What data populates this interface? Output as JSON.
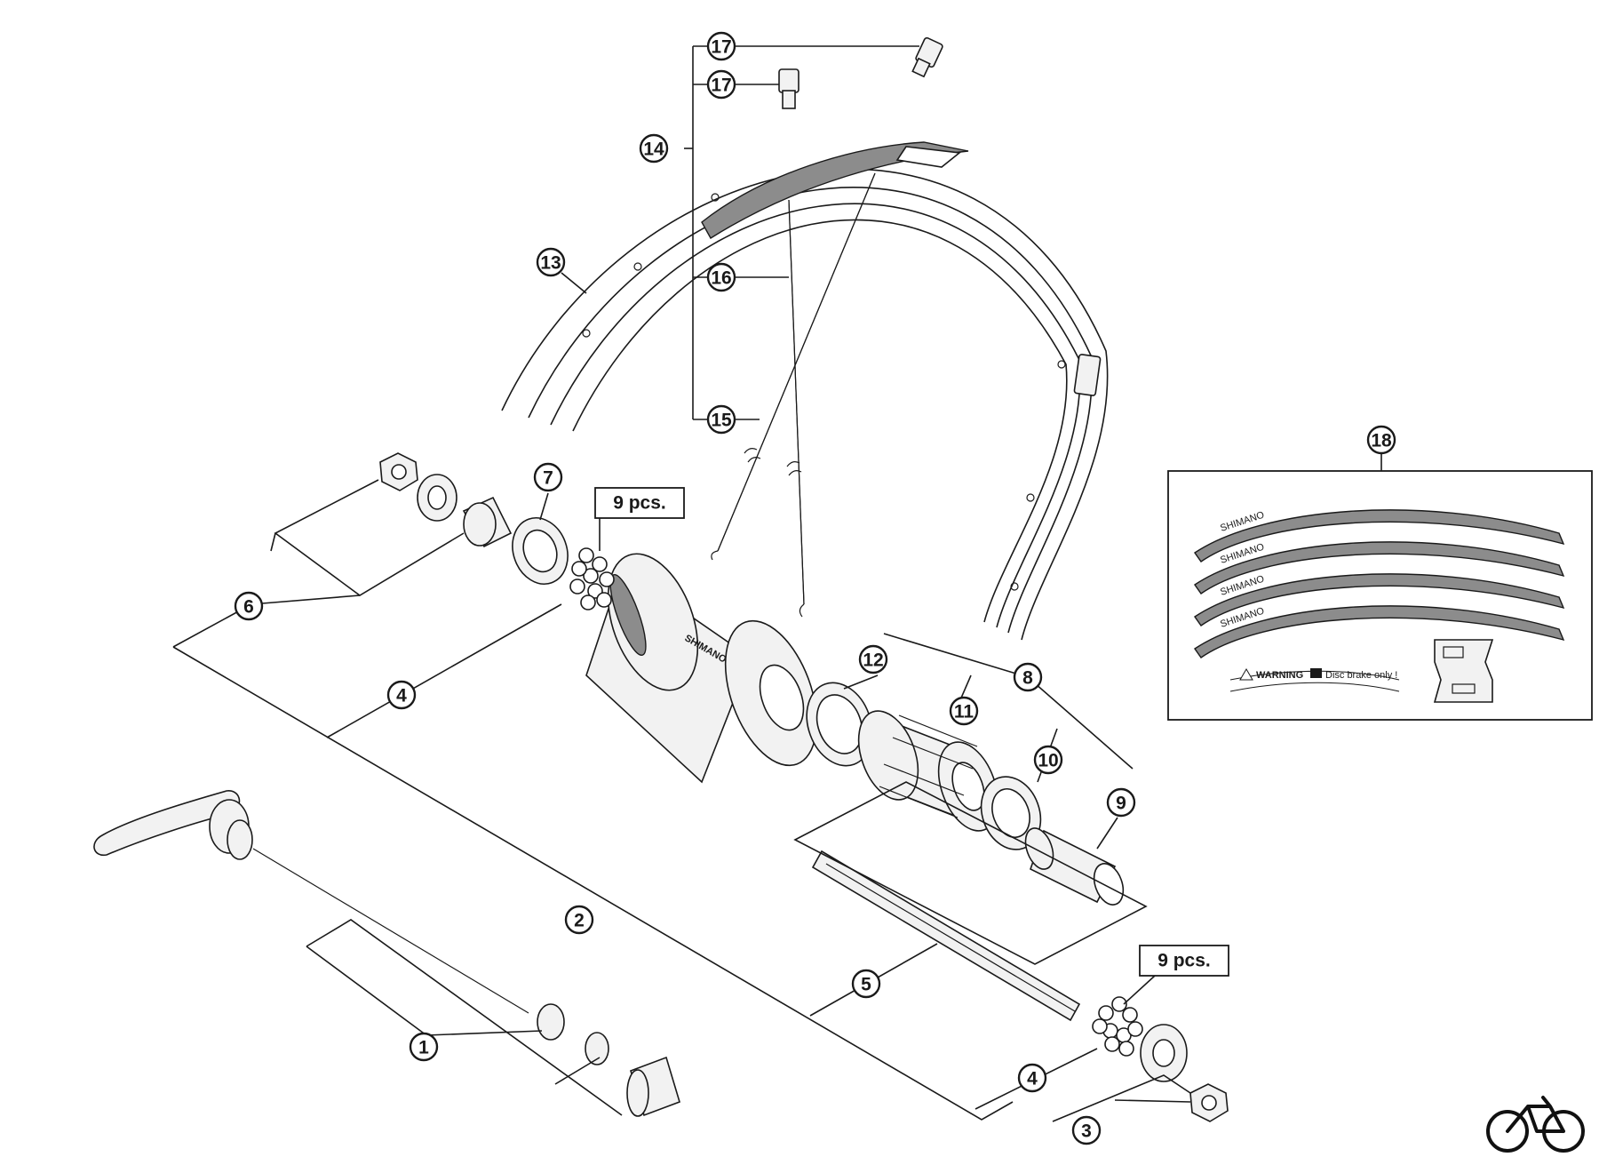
{
  "callouts": {
    "c1": "1",
    "c2": "2",
    "c3": "3",
    "c4a": "4",
    "c4b": "4",
    "c5": "5",
    "c6": "6",
    "c7": "7",
    "c8": "8",
    "c9": "9",
    "c10": "10",
    "c11": "11",
    "c12": "12",
    "c13": "13",
    "c14": "14",
    "c15": "15",
    "c16": "16",
    "c17a": "17",
    "c17b": "17",
    "c18": "18"
  },
  "quantity_labels": {
    "left": "9 pcs.",
    "right": "9 pcs."
  },
  "hub_brand": "SHIMANO",
  "sticker_brand": "SHIMANO",
  "sticker_warning": {
    "word": "WARNING",
    "message": "Disc brake only !"
  },
  "icons": {
    "logo": "bicycle-icon",
    "warning": "warning-triangle-icon"
  }
}
